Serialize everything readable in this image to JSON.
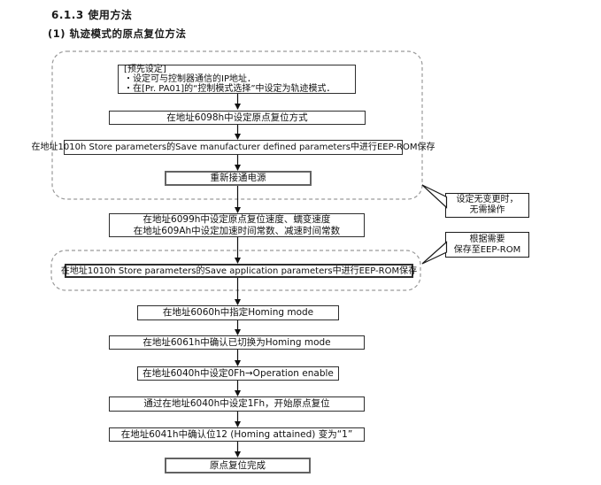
{
  "page": {
    "section_heading": "6.1.3 使用方法",
    "sub_heading": "(1) 轨迹模式的原点复位方法"
  },
  "flowchart": {
    "preset": {
      "lines": [
        "[预先设定]",
        "・设定可与控制器通信的IP地址．",
        "・在[Pr. PA01]的“控制模式选择”中设定为轨迹模式．"
      ]
    },
    "steps": [
      {
        "text": "在地址6098h中设定原点复位方式"
      },
      {
        "text": "在地址1010h Store parameters的Save manufacturer defined parameters中进行EEP-ROM保存"
      },
      {
        "text": "重新接通电源"
      },
      {
        "lines": [
          "在地址6099h中设定原点复位速度、蠕变速度",
          "在地址609Ah中设定加速时间常数、减速时间常数"
        ]
      },
      {
        "text": "在地址1010h Store parameters的Save application parameters中进行EEP-ROM保存"
      },
      {
        "text": "在地址6060h中指定Homing mode"
      },
      {
        "text": "在地址6061h中确认已切换为Homing mode"
      },
      {
        "text": "在地址6040h中设定0Fh→Operation enable"
      },
      {
        "text": "通过在地址6040h中设定1Fh，开始原点复位"
      },
      {
        "text": "在地址6041h中确认位12 (Homing attained) 变为“1”"
      },
      {
        "text": "原点复位完成"
      }
    ],
    "callouts": [
      {
        "lines": [
          "设定无变更时，",
          "无需操作"
        ]
      },
      {
        "lines": [
          "根据需要",
          "保存至EEP-ROM"
        ]
      }
    ]
  }
}
